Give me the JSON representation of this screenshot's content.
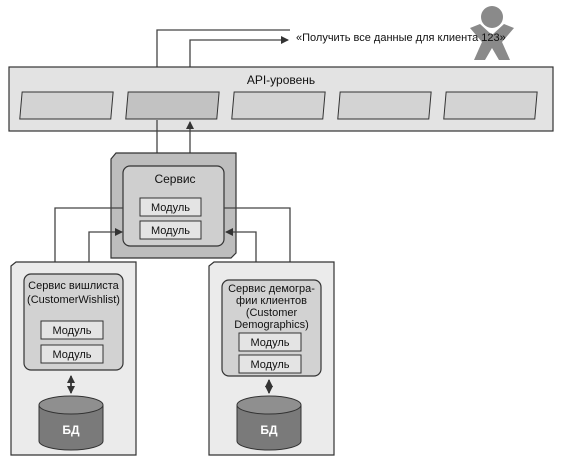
{
  "request_text": "«Получить все данные для клиента 123»",
  "api_layer": {
    "title": "API-уровень",
    "slot_count": 5,
    "active_slot": 2
  },
  "service": {
    "title": "Сервис",
    "modules": [
      "Модуль",
      "Модуль"
    ]
  },
  "wishlist_service": {
    "title_lines": [
      "Сервис вишлиста",
      "(CustomerWishlist)"
    ],
    "modules": [
      "Модуль",
      "Модуль"
    ],
    "db_label": "БД"
  },
  "demographics_service": {
    "title_lines": [
      "Сервис демогра-",
      "фии клиентов",
      "(Customer",
      "Demographics)"
    ],
    "modules": [
      "Модуль",
      "Модуль"
    ],
    "db_label": "БД"
  },
  "icons": {
    "user": "user-icon"
  }
}
